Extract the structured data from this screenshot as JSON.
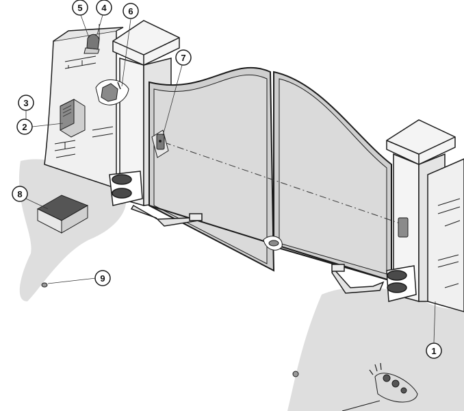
{
  "callouts": [
    {
      "id": "1",
      "label": "1"
    },
    {
      "id": "2",
      "label": "2"
    },
    {
      "id": "3",
      "label": "3"
    },
    {
      "id": "4",
      "label": "4"
    },
    {
      "id": "5",
      "label": "5"
    },
    {
      "id": "6",
      "label": "6"
    },
    {
      "id": "7",
      "label": "7"
    },
    {
      "id": "8",
      "label": "8"
    },
    {
      "id": "9",
      "label": "9"
    }
  ],
  "colors": {
    "ground": "#dcdcdc",
    "wall": "#ececec",
    "gate": "#cfcfcf",
    "line": "#1a1a1a",
    "device": "#5a5a5a"
  }
}
